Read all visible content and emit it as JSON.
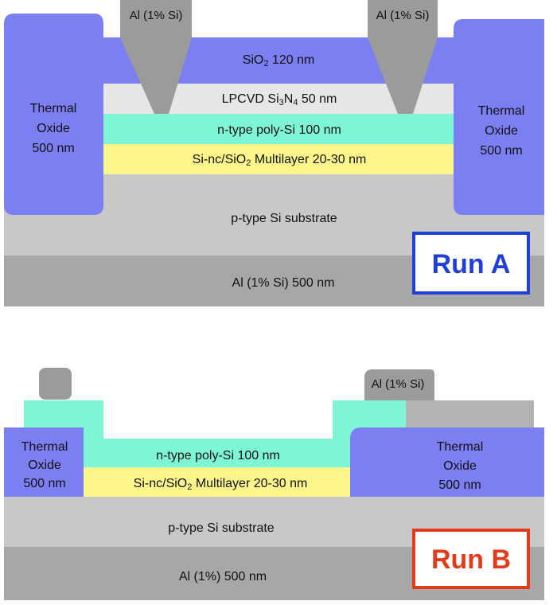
{
  "run_a": {
    "contact_left": "Al (1% Si)",
    "contact_right": "Al (1% Si)",
    "sio2": [
      "SiO",
      "2",
      " 120 nm"
    ],
    "nitride": [
      "LPCVD Si",
      "3",
      "N",
      "4",
      " 50 nm"
    ],
    "poly": "n-type poly-Si 100 nm",
    "multilayer": [
      "Si-nc/SiO",
      "2",
      " Multilayer 20-30 nm"
    ],
    "thermal_left": [
      "Thermal",
      "Oxide",
      "500 nm"
    ],
    "thermal_right": [
      "Thermal",
      "Oxide",
      "500 nm"
    ],
    "substrate": "p-type Si substrate",
    "backside": "Al (1% Si) 500 nm",
    "badge": "Run A",
    "badge_color": "#1f3fd8"
  },
  "run_b": {
    "contact_right": "Al (1% Si)",
    "poly": "n-type poly-Si 100 nm",
    "multilayer": [
      "Si-nc/SiO",
      "2",
      " Multilayer 20-30 nm"
    ],
    "thermal_left": [
      "Thermal",
      "Oxide",
      "500 nm"
    ],
    "thermal_right": [
      "Thermal",
      "Oxide",
      "500 nm"
    ],
    "substrate": "p-type Si substrate",
    "backside": "Al (1%) 500 nm",
    "badge": "Run B",
    "badge_color": "#e53a1a"
  },
  "colors": {
    "thermal_oxide": "#7b7ff2",
    "nitride": "#e6e6e6",
    "poly_si": "#7ff5d8",
    "multilayer": "#fbf58a",
    "substrate": "#c8c8c8",
    "aluminum_back": "#a7a7a7",
    "aluminum_contact": "#9b9b9b"
  }
}
